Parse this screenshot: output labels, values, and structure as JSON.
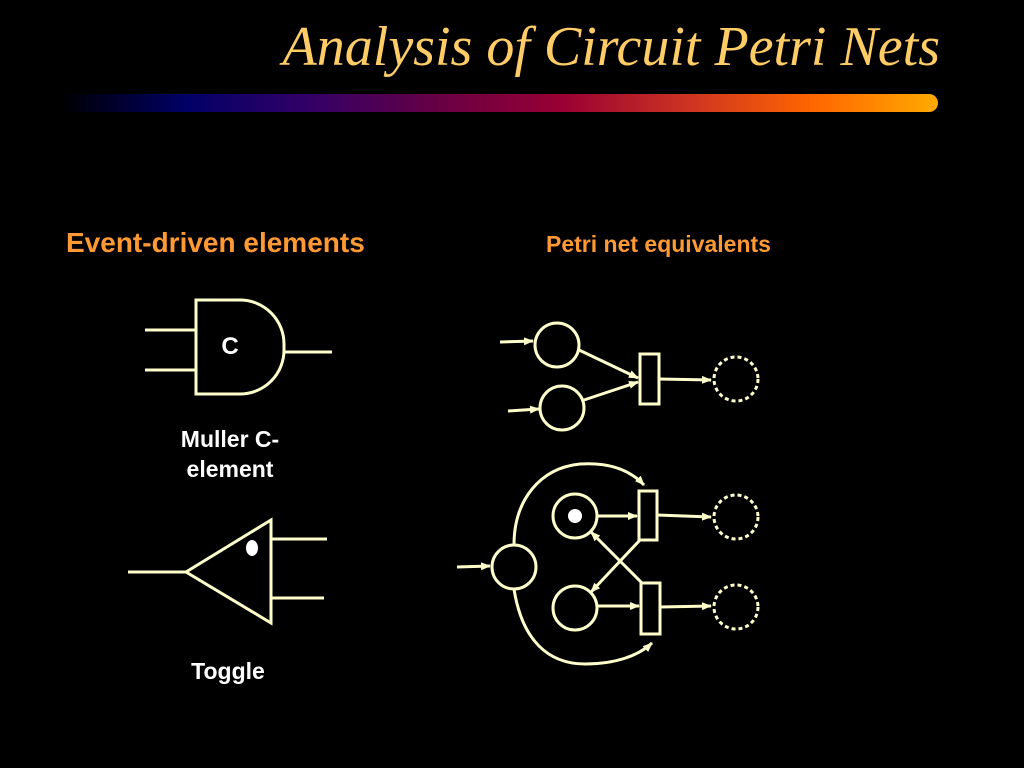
{
  "slide": {
    "title": "Analysis of Circuit Petri Nets",
    "left_heading": "Event-driven elements",
    "right_heading": "Petri net equivalents"
  },
  "elements": {
    "c_element": {
      "gate_label": "C",
      "caption_line1": "Muller C-",
      "caption_line2": "element"
    },
    "toggle": {
      "caption": "Toggle"
    }
  },
  "colors": {
    "title": "#FFCC66",
    "heading": "#FF9933",
    "foreground": "#FFFFCC",
    "caption": "#FFFFFF",
    "background": "#000000",
    "bar_gradient": [
      "#000000",
      "#000066",
      "#330066",
      "#660044",
      "#990033",
      "#CC3322",
      "#FF6600",
      "#FFAA00"
    ]
  }
}
